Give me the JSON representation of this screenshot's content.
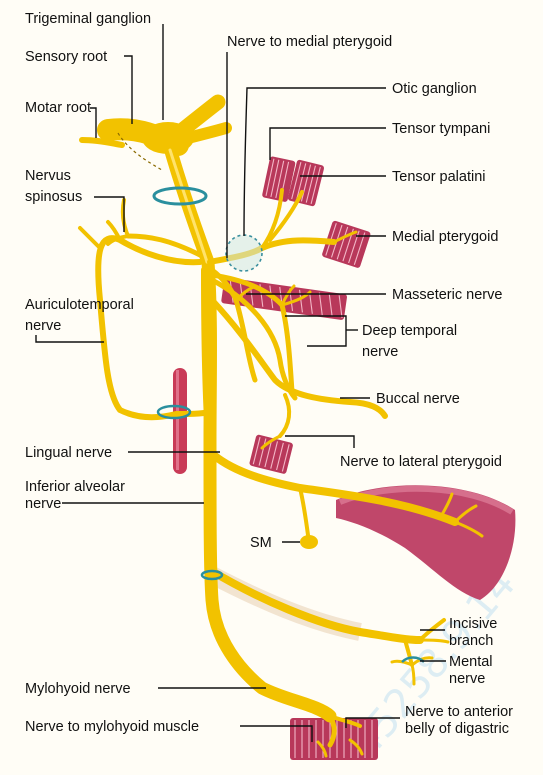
{
  "labels": {
    "trigeminal_ganglion": "Trigeminal ganglion",
    "sensory_root": "Sensory root",
    "motor_root": "Motar root",
    "nervus_spinosus_1": "Nervus",
    "nervus_spinosus_2": "spinosus",
    "nerve_to_medial_pterygoid": "Nerve to medial pterygoid",
    "otic_ganglion": "Otic ganglion",
    "tensor_tympani": "Tensor tympani",
    "tensor_palatini": "Tensor palatini",
    "medial_pterygoid": "Medial pterygoid",
    "auriculotemporal_1": "Auriculotemporal",
    "auriculotemporal_2": "nerve",
    "masseteric_nerve": "Masseteric nerve",
    "deep_temporal_1": "Deep temporal",
    "deep_temporal_2": "nerve",
    "buccal_nerve": "Buccal nerve",
    "lingual_nerve": "Lingual nerve",
    "nerve_to_lateral_pterygoid": "Nerve to lateral pterygoid",
    "inferior_alveolar_1": "Inferior alveolar",
    "inferior_alveolar_2": "nerve",
    "sm": "SM",
    "incisive_1": "Incisive",
    "incisive_2": "branch",
    "mental_1": "Mental",
    "mental_2": "nerve",
    "mylohyoid_nerve": "Mylohyoid nerve",
    "nerve_to_mylohyoid_muscle": "Nerve to mylohyoid muscle",
    "anterior_digastric_1": "Nerve to anterior",
    "anterior_digastric_2": "belly of digastric"
  },
  "watermark": "45258.9.14",
  "colors": {
    "nerve": "#f2c200",
    "muscle": "#b8385a",
    "tongue": "#c0476a",
    "vessel": "#c93b57",
    "ganglion_ring": "#2a8f9e",
    "background": "#fffdf6"
  }
}
